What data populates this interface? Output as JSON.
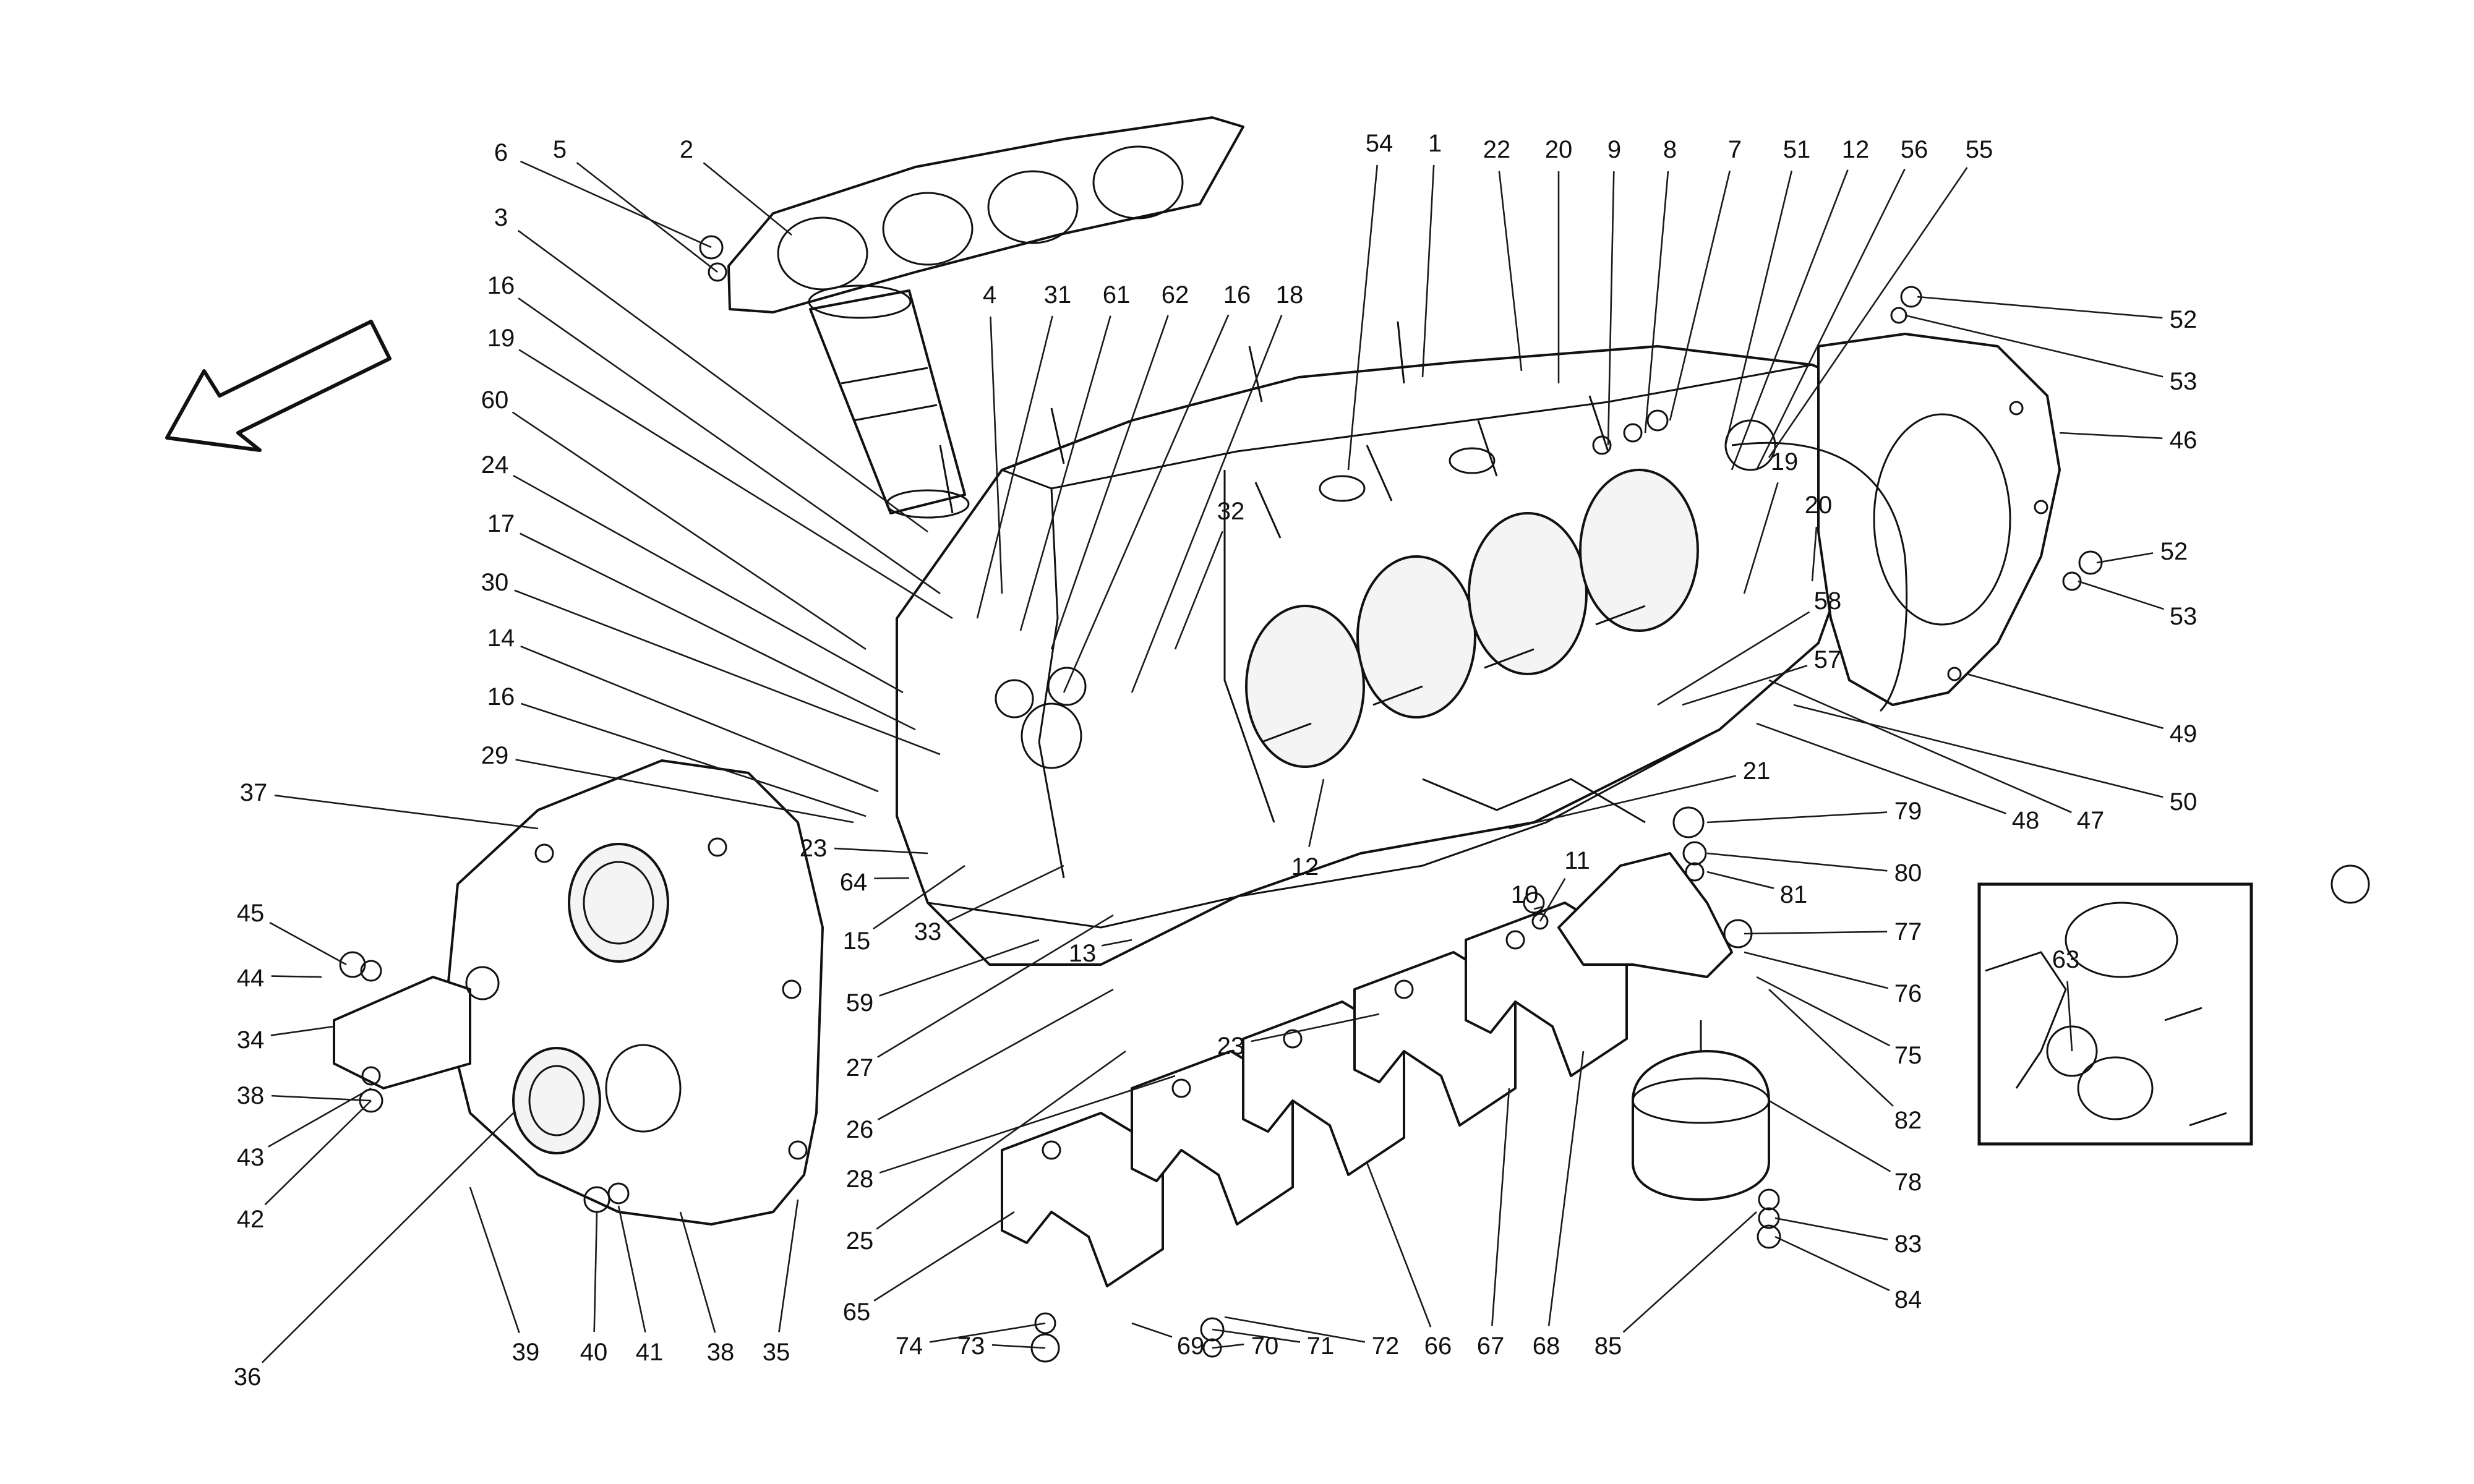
{
  "diagram": {
    "callouts": {
      "n1": "1",
      "n2": "2",
      "n3": "3",
      "n4": "4",
      "n5": "5",
      "n6": "6",
      "n7": "7",
      "n8": "8",
      "n9": "9",
      "n10": "10",
      "n11": "11",
      "n12": "12",
      "n13": "13",
      "n14": "14",
      "n15": "15",
      "n16": "16",
      "n17": "17",
      "n18": "18",
      "n19": "19",
      "n20": "20",
      "n21": "21",
      "n23": "23",
      "n22": "22",
      "n24": "24",
      "n25": "25",
      "n26": "26",
      "n27": "27",
      "n28": "28",
      "n29": "29",
      "n30": "30",
      "n31": "31",
      "n32": "32",
      "n33": "33",
      "n34": "34",
      "n35": "35",
      "n36": "36",
      "n37": "37",
      "n38": "38",
      "n39": "39",
      "n40": "40",
      "n41": "41",
      "n42": "42",
      "n43": "43",
      "n44": "44",
      "n45": "45",
      "n46": "46",
      "n47": "47",
      "n48": "48",
      "n49": "49",
      "n50": "50",
      "n51": "51",
      "n52": "52",
      "n53": "53",
      "n54": "54",
      "n55": "55",
      "n56": "56",
      "n57": "57",
      "n58": "58",
      "n59": "59",
      "n60": "60",
      "n61": "61",
      "n62": "62",
      "n63": "63",
      "n64": "64",
      "n65": "65",
      "n66": "66",
      "n67": "67",
      "n68": "68",
      "n69": "69",
      "n70": "70",
      "n71": "71",
      "n72": "72",
      "n73": "73",
      "n74": "74",
      "n75": "75",
      "n76": "76",
      "n77": "77",
      "n78": "78",
      "n79": "79",
      "n80": "80",
      "n81": "81",
      "n82": "82",
      "n83": "83",
      "n84": "84",
      "n85": "85"
    },
    "colors": {
      "line": "#111111",
      "background": "#ffffff"
    },
    "direction_arrow_icon": "arrow-down-left-icon"
  }
}
